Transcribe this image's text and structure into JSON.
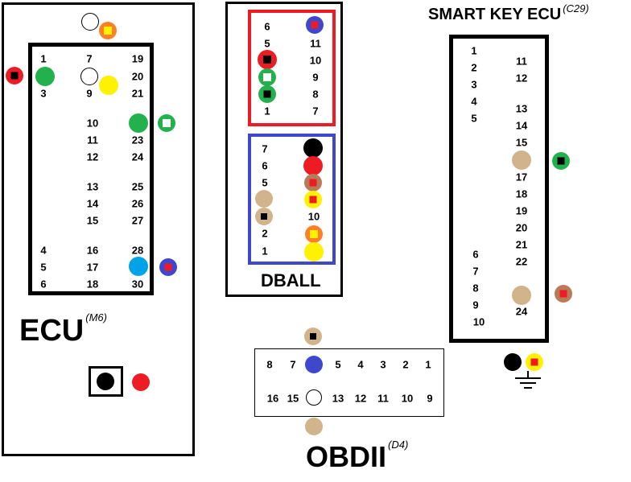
{
  "colors": {
    "red": "#ed1c24",
    "green": "#22b14c",
    "blue": "#3f48cc",
    "cyan": "#00a2e8",
    "yellow": "#fff200",
    "orange": "#ff7f27",
    "tan": "#d2b48c",
    "brown": "#b97a57",
    "black": "#000000",
    "dball_red_frame": "#ed1c24",
    "dball_blue_frame": "#3f48cc"
  },
  "ecu": {
    "title": "ECU",
    "title_sup": "(M6)",
    "pins_col1": [
      "1",
      "3",
      "4",
      "5",
      "6"
    ],
    "pins_col2": [
      "7",
      "9",
      "10",
      "11",
      "12",
      "13",
      "14",
      "15",
      "16",
      "17",
      "18"
    ],
    "pins_col3": [
      "19",
      "20",
      "21",
      "23",
      "24",
      "25",
      "26",
      "27",
      "28",
      "30"
    ]
  },
  "dball": {
    "title": "DBALL",
    "red_left": [
      "6",
      "5",
      "1"
    ],
    "red_right": [
      "11",
      "10",
      "9",
      "8",
      "7"
    ],
    "blue_left": [
      "7",
      "6",
      "5",
      "2",
      "1"
    ],
    "blue_right": [
      "10"
    ]
  },
  "smart_key": {
    "title": "SMART KEY ECU",
    "title_sup": "(C29)",
    "pins_left": [
      "1",
      "2",
      "3",
      "4",
      "5",
      "6",
      "7",
      "8",
      "9",
      "10"
    ],
    "pins_right": [
      "11",
      "12",
      "13",
      "14",
      "15",
      "17",
      "18",
      "19",
      "20",
      "21",
      "22",
      "24"
    ]
  },
  "obd": {
    "title": "OBDII",
    "title_sup": "(D4)",
    "top_row": [
      "8",
      "7",
      "5",
      "4",
      "3",
      "2",
      "1"
    ],
    "bottom_row": [
      "16",
      "15",
      "13",
      "12",
      "11",
      "10",
      "9"
    ]
  }
}
